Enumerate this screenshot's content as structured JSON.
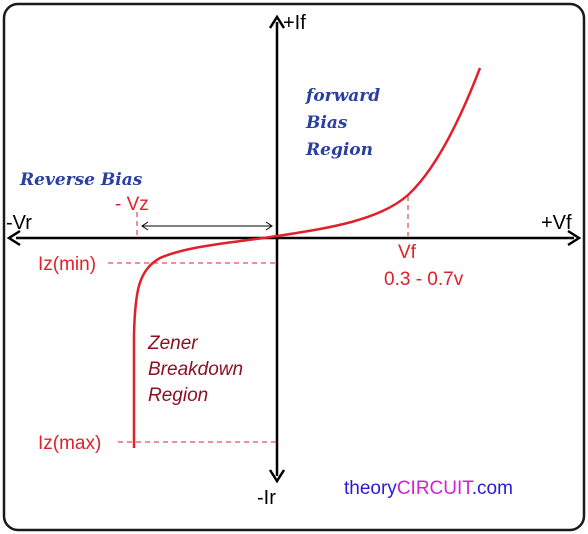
{
  "axes": {
    "plus_if": "+If",
    "minus_ir": "-Ir",
    "minus_vr": "-Vr",
    "plus_vf": "+Vf"
  },
  "regions": {
    "forward": [
      "forward",
      "Bias",
      "Region"
    ],
    "reverse": "Reverse Bias",
    "zener": [
      "Zener",
      "Breakdown",
      "Region"
    ]
  },
  "labels": {
    "vz": "- Vz",
    "iz_min": "Iz(min)",
    "iz_max": "Iz(max)",
    "vf": "Vf",
    "vf_range": "0.3 - 0.7v"
  },
  "brand": {
    "part1": "theory",
    "part2": "CIRCUIT",
    "part3": ".com"
  },
  "colors": {
    "curve": "#e0202a",
    "axis": "#000000",
    "dash": "#e0202a",
    "forward_text": "#2a3fa0",
    "zener_text": "#8b1020",
    "brand_text": "#2a1ad8",
    "brand_highlight": "#d020d8"
  }
}
